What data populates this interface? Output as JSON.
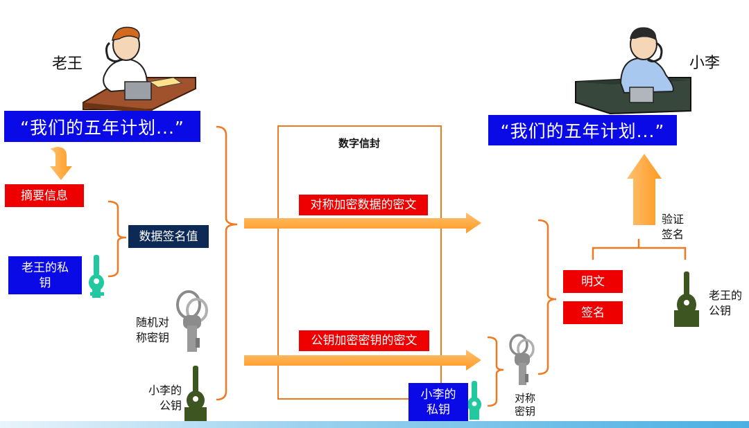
{
  "sender": {
    "name": "老王"
  },
  "receiver": {
    "name": "小李"
  },
  "message": "“我们的五年计划...”",
  "received_message": "“我们的五年计划...”",
  "envelope": {
    "title": "数字信封",
    "cipher_data": "对称加密数据的密文",
    "cipher_key": "公钥加密密钥的密文"
  },
  "left": {
    "digest": "摘要信息",
    "signature_value": "数据签名值",
    "sender_private_key_line1": "老王的私",
    "sender_private_key_line2": "钥",
    "random_key_line1": "随机对",
    "random_key_line2": "称密钥",
    "receiver_public_key_line1": "小李的",
    "receiver_public_key_line2": "公钥"
  },
  "right": {
    "receiver_private_key_line1": "小李的",
    "receiver_private_key_line2": "私钥",
    "sym_key_line1": "对称",
    "sym_key_line2": "密钥",
    "plaintext": "明文",
    "signature": "签名",
    "verify_line1": "验证",
    "verify_line2": "签名",
    "sender_public_key_line1": "老王的",
    "sender_public_key_line2": "公钥"
  },
  "colors": {
    "arrow": "#ffa030",
    "brace": "#f07820",
    "key_teal": "#22c8a0",
    "key_olive": "#3d5520",
    "key_silver": "#9a9a9a"
  }
}
